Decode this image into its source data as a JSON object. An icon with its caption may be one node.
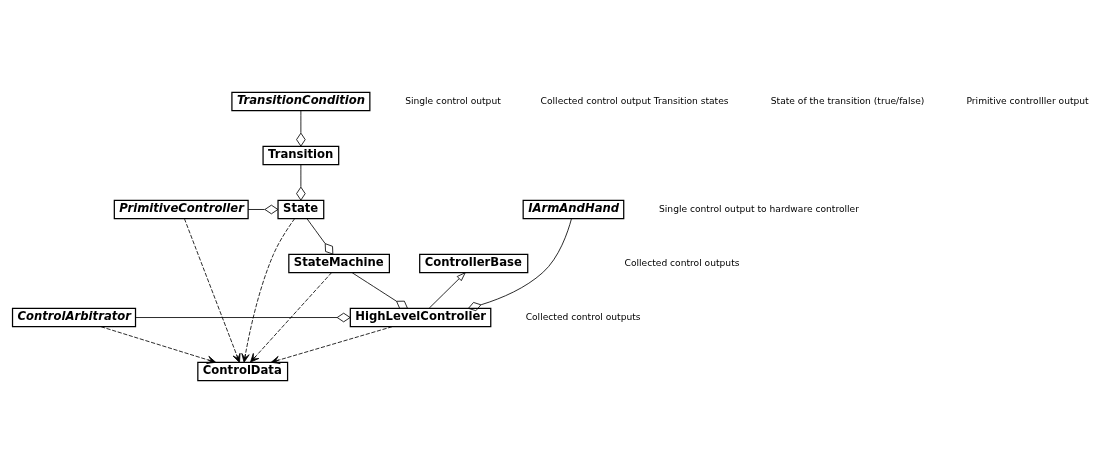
{
  "diagram": {
    "nodes": [
      {
        "text": [
          "ControllerBase"
        ]
      },
      {
        "text": [
          "HighLevelController"
        ]
      },
      {
        "text": [
          "ControlArbitrator"
        ]
      },
      {
        "text": [
          "StateMachine"
        ]
      },
      {
        "text": [
          "ControlData"
        ]
      },
      {
        "text": [
          "State"
        ]
      },
      {
        "text": [
          "IArmAndHand"
        ]
      },
      {
        "text": [
          "PrimitiveController"
        ]
      },
      {
        "text": [
          "Transition"
        ]
      },
      {
        "text": [
          "TransitionCondition"
        ]
      }
    ],
    "edges": [
      {
        "from": 1,
        "to": 0,
        "arrow": "to"
      },
      {
        "from": 3,
        "to": 1,
        "arrow": "other"
      },
      {
        "from": 2,
        "to": 1,
        "arrow": "other"
      },
      {
        "from": 6,
        "to": 1,
        "arrow": "other"
      },
      {
        "from": 1,
        "to": 4,
        "arrow": "to",
        "style": "dashed"
      },
      {
        "from": 2,
        "to": 4,
        "arrow": "to",
        "style": "dashed"
      },
      {
        "from": 3,
        "to": 4,
        "arrow": "to",
        "style": "dashed"
      },
      {
        "from": 5,
        "to": 4,
        "arrow": "to",
        "style": "dashed"
      },
      {
        "from": 7,
        "to": 4,
        "arrow": "to",
        "style": "dashed"
      },
      {
        "from": 5,
        "to": 3,
        "arrow": "other"
      },
      {
        "from": 7,
        "to": 5,
        "arrow": "other"
      },
      {
        "from": 8,
        "to": 5,
        "arrow": "other"
      },
      {
        "from": 9,
        "to": 8,
        "arrow": "other"
      }
    ],
    "labels": [
      "Collected control outputs",
      "Collected control outputs",
      "Single control output",
      "Collected control output Transition states",
      "Single control output to hardware controller",
      "State of the transition (true/false)",
      "Primitive controlller output"
    ]
  }
}
